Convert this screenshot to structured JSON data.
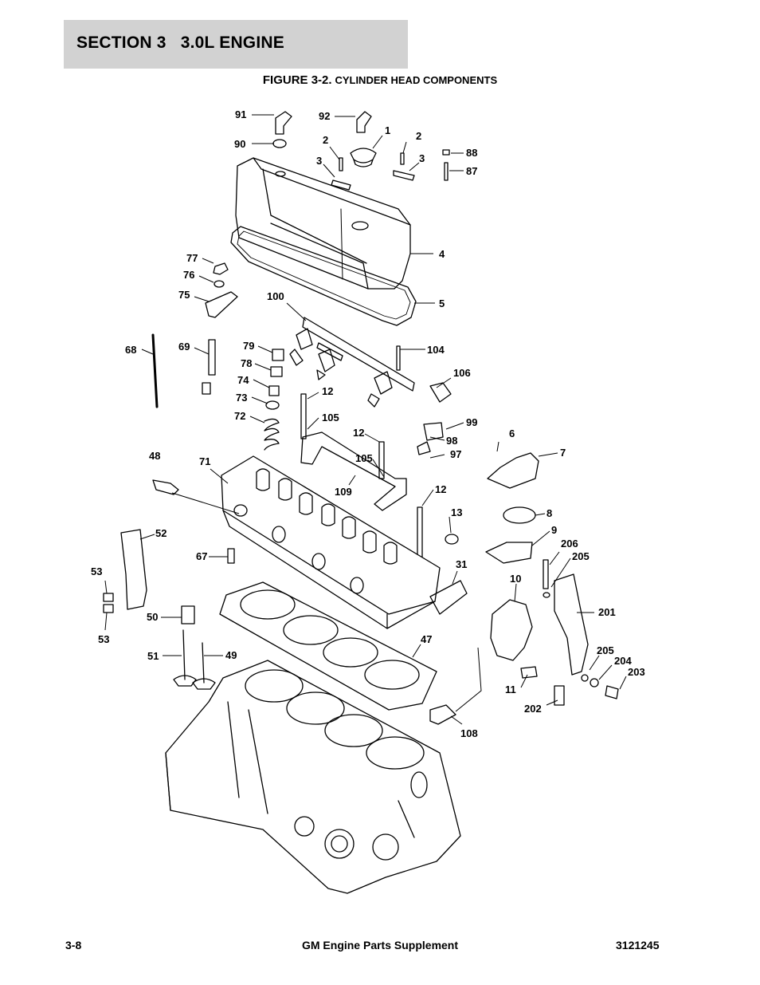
{
  "header": {
    "section": "SECTION 3   3.0L ENGINE"
  },
  "figure": {
    "number": "FIGURE 3-2.",
    "title": "CYLINDER HEAD COMPONENTS"
  },
  "callouts": [
    "91",
    "92",
    "1",
    "2",
    "2",
    "3",
    "3",
    "88",
    "87",
    "90",
    "4",
    "5",
    "77",
    "76",
    "75",
    "100",
    "104",
    "106",
    "68",
    "69",
    "79",
    "78",
    "74",
    "73",
    "72",
    "12",
    "105",
    "12",
    "105",
    "99",
    "98",
    "97",
    "6",
    "7",
    "109",
    "12",
    "48",
    "71",
    "13",
    "8",
    "9",
    "206",
    "205",
    "52",
    "67",
    "31",
    "10",
    "201",
    "53",
    "53",
    "50",
    "47",
    "205",
    "204",
    "203",
    "51",
    "49",
    "11",
    "202",
    "108"
  ],
  "footer": {
    "page": "3-8",
    "title": "GM Engine Parts Supplement",
    "doc_number": "3121245"
  }
}
